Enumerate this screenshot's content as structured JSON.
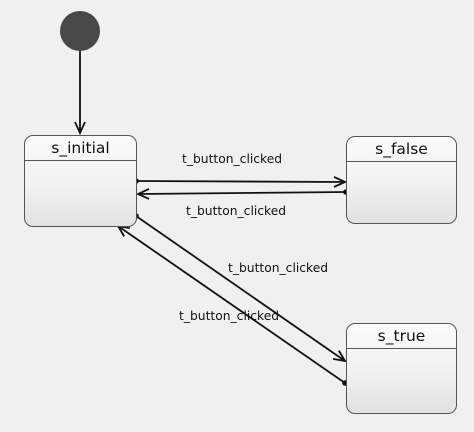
{
  "diagram": {
    "start_node": {
      "label": ""
    },
    "states": {
      "initial": {
        "label": "s_initial"
      },
      "false": {
        "label": "s_false"
      },
      "true": {
        "label": "s_true"
      }
    },
    "transitions": [
      {
        "from": "start",
        "to": "s_initial",
        "label": ""
      },
      {
        "from": "s_initial",
        "to": "s_false",
        "label": "t_button_clicked"
      },
      {
        "from": "s_false",
        "to": "s_initial",
        "label": "t_button_clicked"
      },
      {
        "from": "s_initial",
        "to": "s_true",
        "label": "t_button_clicked"
      },
      {
        "from": "s_true",
        "to": "s_initial",
        "label": "t_button_clicked"
      }
    ],
    "colors": {
      "background": "#f0f0f0",
      "stroke": "#111111",
      "start_node_fill": "#484848",
      "state_border": "#555555"
    }
  }
}
